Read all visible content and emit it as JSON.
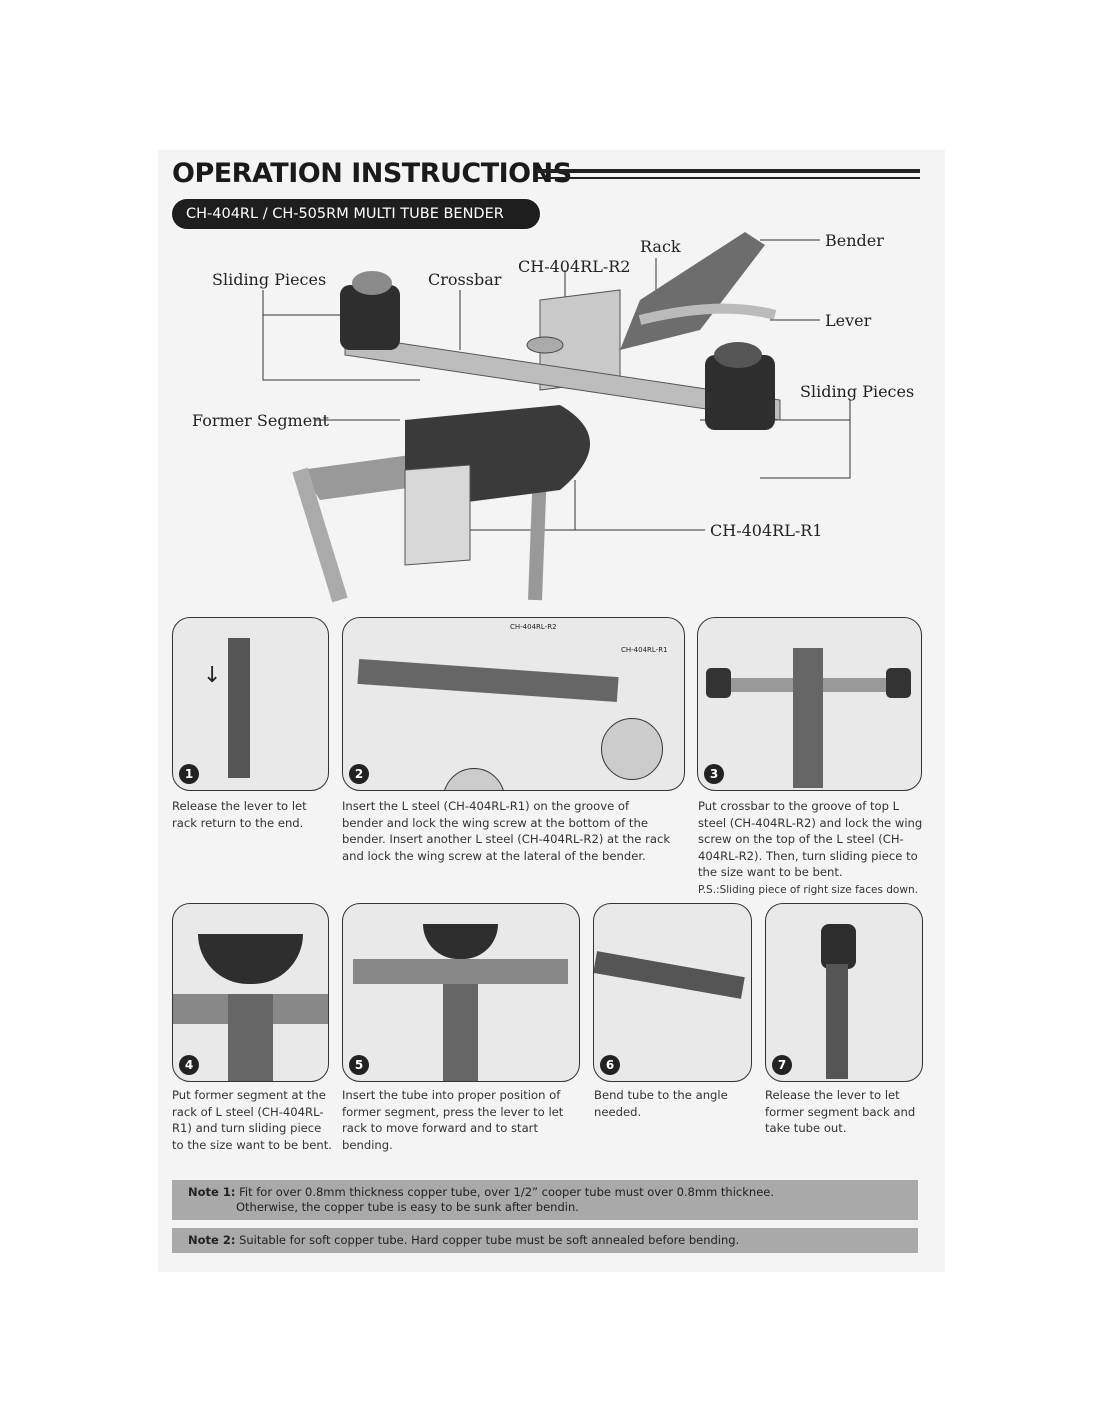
{
  "header": {
    "title": "OPERATION INSTRUCTIONS",
    "model": "CH-404RL / CH-505RM MULTI TUBE BENDER"
  },
  "diagram": {
    "labels": {
      "sliding_pieces_left": "Sliding Pieces",
      "crossbar": "Crossbar",
      "r2": "CH-404RL-R2",
      "rack": "Rack",
      "bender": "Bender",
      "lever": "Lever",
      "sliding_pieces_right": "Sliding Pieces",
      "former_segment": "Former Segment",
      "r1": "CH-404RL-R1"
    }
  },
  "steps": [
    {
      "num": "1",
      "text": "Release the lever to let rack return to the end."
    },
    {
      "num": "2",
      "text": "Insert the L steel (CH-404RL-R1) on the groove of bender and lock the wing screw at the bottom of the bender.  Insert another L steel (CH-404RL-R2) at the rack and lock the wing screw at the lateral of the bender.",
      "labels": [
        "CH-404RL-R2",
        "CH-404RL-R1"
      ]
    },
    {
      "num": "3",
      "text": "Put crossbar to the groove of top L steel (CH-404RL-R2) and lock the wing screw on the top of the L steel (CH-404RL-R2).  Then, turn sliding piece to the size want to be bent.",
      "ps": "P.S.:Sliding piece of right size faces down."
    },
    {
      "num": "4",
      "text": "Put former segment at the rack of L steel (CH-404RL-R1) and turn sliding piece to the size want to be bent."
    },
    {
      "num": "5",
      "text": "Insert the tube into proper position of former segment, press the lever to let rack to move forward and to start bending."
    },
    {
      "num": "6",
      "text": "Bend tube to the angle needed."
    },
    {
      "num": "7",
      "text": "Release the lever to let former segment back and take tube out."
    }
  ],
  "notes": [
    {
      "label": "Note 1:",
      "text": " Fit for over 0.8mm thickness copper tube, over 1/2” cooper tube must over 0.8mm thicknee.",
      "line2": "Otherwise, the copper tube is easy to be sunk after bendin."
    },
    {
      "label": "Note 2:",
      "text": " Suitable for soft copper tube.  Hard copper tube must be soft annealed before bending."
    }
  ]
}
